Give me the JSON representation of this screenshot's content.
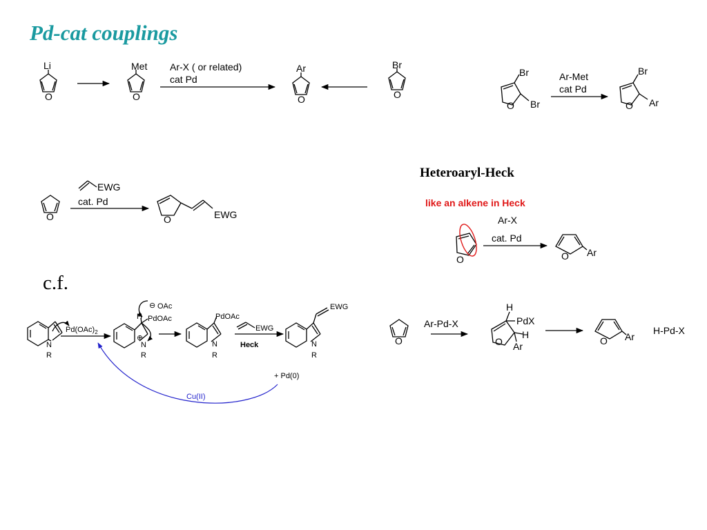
{
  "title": "Pd-cat couplings",
  "heading": "Heteroaryl-Heck",
  "alkene_note": "like an alkene in Heck",
  "cf_label": "c.f.",
  "colors": {
    "title": "#1a9aa0",
    "note": "#e01818",
    "copper_arc": "#2222cc"
  },
  "row1": {
    "li": "Li",
    "met": "Met",
    "ar": "Ar",
    "br": "Br",
    "o": "O",
    "arrow_top": "Ar-X ( or related)",
    "arrow_bottom": "cat Pd"
  },
  "dibromo": {
    "br": "Br",
    "o": "O",
    "ar": "Ar",
    "arrow_top": "Ar-Met",
    "arrow_bottom": "cat Pd"
  },
  "alkenylation": {
    "ewg": "EWG",
    "o": "O",
    "arrow_bottom": "cat. Pd"
  },
  "heteroaryl_heck": {
    "o": "O",
    "ar": "Ar",
    "arrow_top": "Ar-X",
    "arrow_bottom": "cat. Pd"
  },
  "indole": {
    "n": "N",
    "r": "R",
    "h": "H",
    "reagent": "Pd(OAc)",
    "reagent_sub": "2",
    "ominus": "⊖",
    "oac": "OAc",
    "pdoac": "PdOAc",
    "plus": "⊕",
    "ewg": "EWG",
    "heck": "Heck",
    "pd0": "+ Pd(0)",
    "cu": "Cu(II)"
  },
  "mechanism": {
    "o": "O",
    "h": "H",
    "pdx": "PdX",
    "ar": "Ar",
    "arrow_top": "Ar-Pd-X",
    "byproduct": "H-Pd-X"
  }
}
